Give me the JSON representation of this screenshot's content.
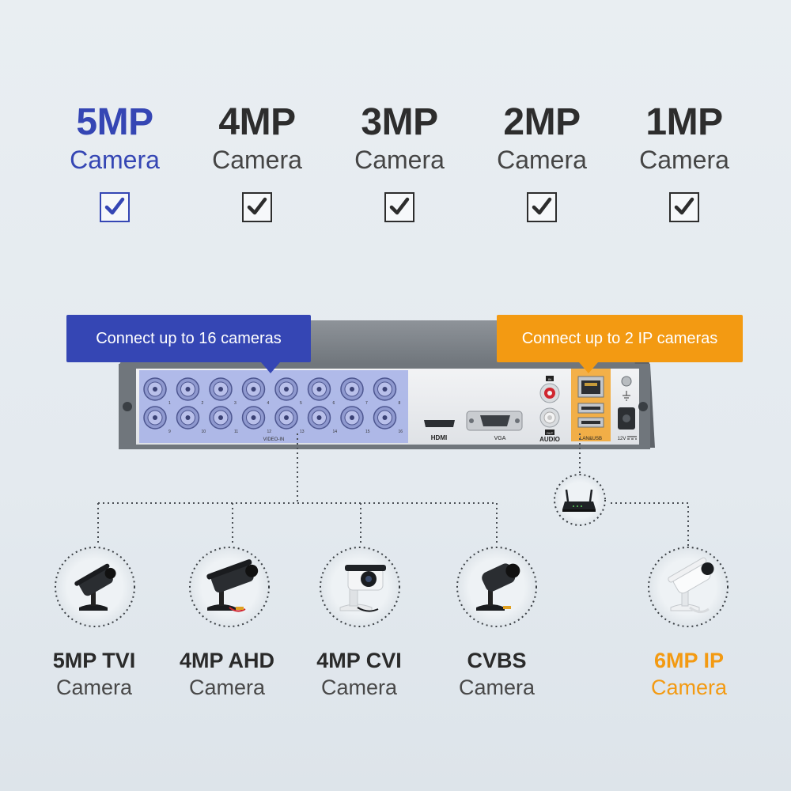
{
  "resolutions": [
    {
      "mp": "5MP",
      "label": "Camera"
    },
    {
      "mp": "4MP",
      "label": "Camera"
    },
    {
      "mp": "3MP",
      "label": "Camera"
    },
    {
      "mp": "2MP",
      "label": "Camera"
    },
    {
      "mp": "1MP",
      "label": "Camera"
    }
  ],
  "callouts": {
    "analog": "Connect up to 16 cameras",
    "ip": "Connect up to 2 IP cameras"
  },
  "dvr_panel": {
    "video_in": "VIDEO-IN",
    "hdmi": "HDMI",
    "vga": "VGA",
    "audio": "AUDIO",
    "audio_in": "IN",
    "audio_out": "OUT",
    "lan_usb": "LAN&USB",
    "power": "12V",
    "channel_numbers": [
      "1",
      "2",
      "3",
      "4",
      "5",
      "6",
      "7",
      "8",
      "9",
      "10",
      "11",
      "12",
      "13",
      "14",
      "15",
      "16"
    ]
  },
  "cameras": [
    {
      "type": "5MP TVI",
      "label": "Camera"
    },
    {
      "type": "4MP AHD",
      "label": "Camera"
    },
    {
      "type": "4MP CVI",
      "label": "Camera"
    },
    {
      "type": "CVBS",
      "label": "Camera"
    },
    {
      "type": "6MP IP",
      "label": "Camera"
    }
  ],
  "colors": {
    "accent_blue": "#3546b4",
    "accent_orange": "#f39a12",
    "text_dark": "#2d2d2d"
  },
  "icons": [
    "checkmark-icon",
    "router-icon",
    "bullet-camera-icon",
    "dome-camera-icon",
    "ip-camera-icon"
  ]
}
